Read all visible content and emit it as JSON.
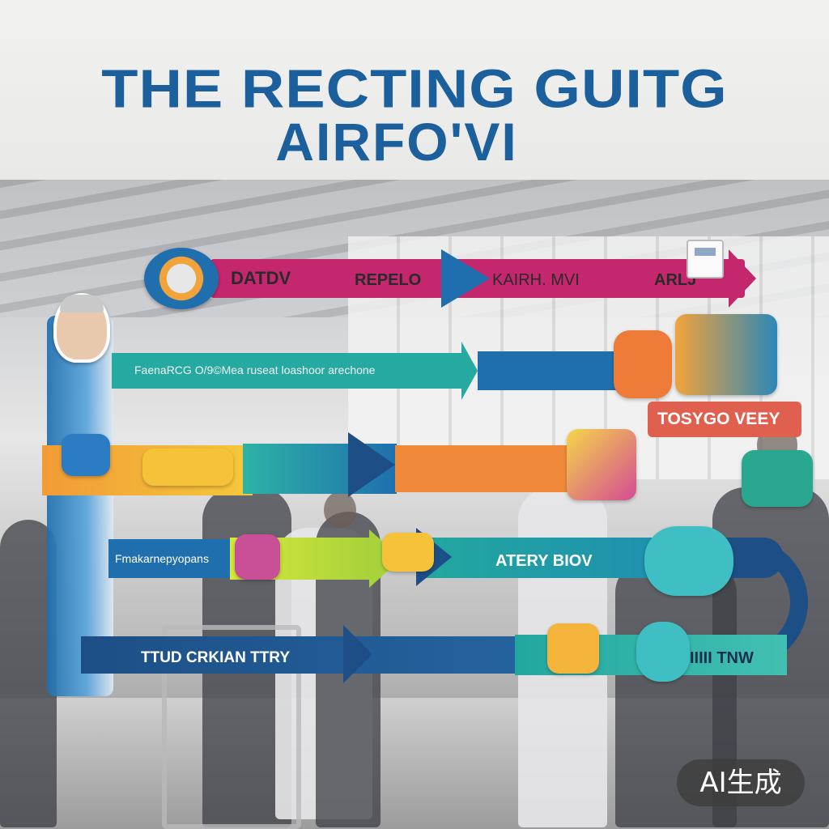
{
  "title": {
    "line1": "THE RECTING GUITG",
    "line2": "AIRFO'VI"
  },
  "row1": {
    "label_a": "DATDV",
    "label_b": "REPELO",
    "label_c": "KAIRH. MVI",
    "label_d": "ARLJ"
  },
  "row2": {
    "label": "FaenaRCG O/9©Mea ruseat loashoor arechone"
  },
  "row2_side": {
    "label": "TOSYGO VEEY"
  },
  "row4": {
    "label_a": "Fmakarnepyopans",
    "label_b": "ATERY BIOV"
  },
  "row5": {
    "label_a": "TTUD CRKIAN TTRY",
    "label_b": "IIIII TNW"
  },
  "watermark": {
    "label": "AI生成"
  },
  "colors": {
    "title": "#1b5f9c",
    "magenta": "#c4276e",
    "blue": "#1f6fae",
    "teal": "#22a79f",
    "orange": "#f08a3a",
    "lime": "#b6d336",
    "navy": "#1d4f86"
  }
}
